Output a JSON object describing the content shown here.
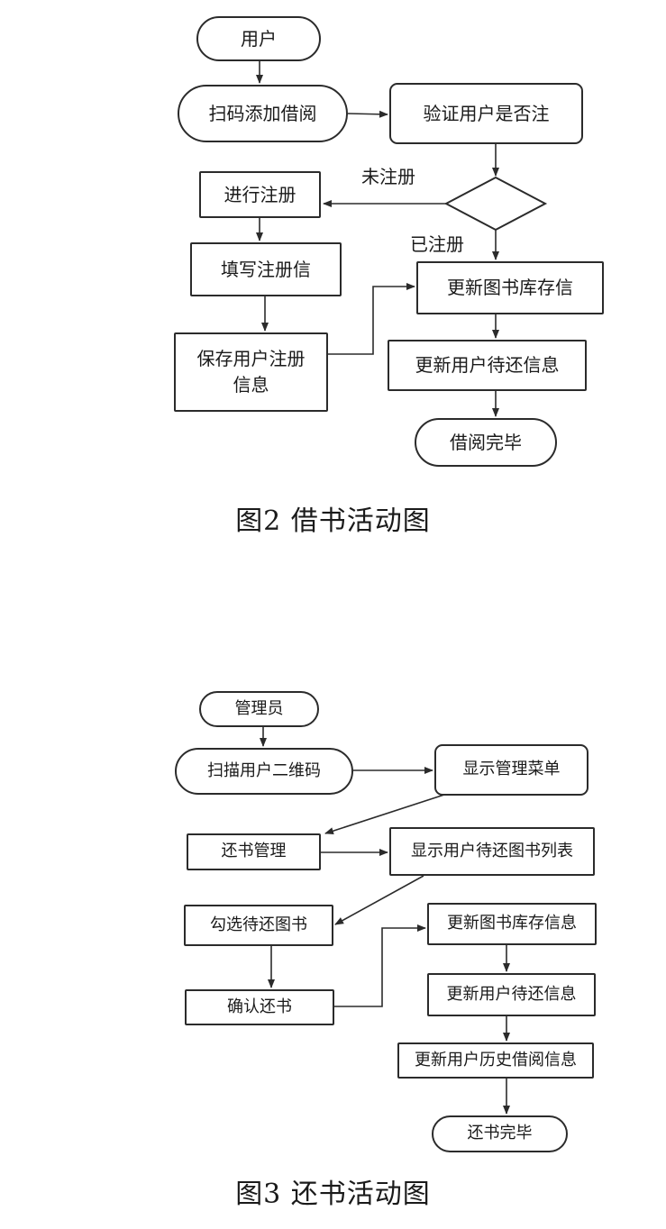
{
  "figure2": {
    "caption": "图2   借书活动图",
    "nodes": {
      "user": "用户",
      "scan_add_borrow": "扫码添加借阅",
      "verify_registration": "验证用户是否注",
      "register": "进行注册",
      "fill_info": "填写注册信",
      "save_info_line1": "保存用户注册",
      "save_info_line2": "信息",
      "update_inventory": "更新图书库存信",
      "update_pending_return": "更新用户待还信息",
      "borrow_done": "借阅完毕"
    },
    "edge_labels": {
      "not_registered": "未注册",
      "registered": "已注册"
    }
  },
  "figure3": {
    "caption": "图3   还书活动图",
    "nodes": {
      "admin": "管理员",
      "scan_qr": "扫描用户二维码",
      "show_menu": "显示管理菜单",
      "return_mgmt": "还书管理",
      "show_pending_list": "显示用户待还图书列表",
      "select_books": "勾选待还图书",
      "confirm_return": "确认还书",
      "update_inventory": "更新图书库存信息",
      "update_pending_return": "更新用户待还信息",
      "update_history": "更新用户历史借阅信息",
      "return_done": "还书完毕"
    }
  }
}
